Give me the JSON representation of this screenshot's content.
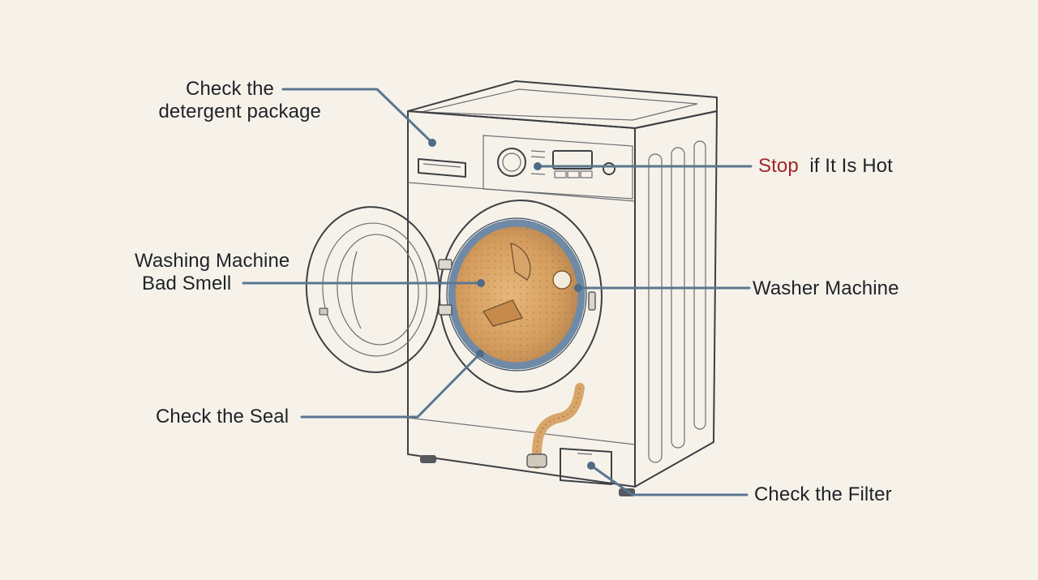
{
  "labels": {
    "detergent_line1": "Check the",
    "detergent_line2": "detergent package",
    "stop_word": "Stop",
    "stop_rest": "if It Is Hot",
    "smell_line1": "Washing Machine",
    "smell_line2": "Bad Smell",
    "washer": "Washer Machine",
    "seal": "Check the Seal",
    "filter": "Check the Filter"
  },
  "colors": {
    "background": "#f6f2ea",
    "leader": "#5b7690",
    "stop_red": "#a0262b",
    "gasket": "#6f8aa6",
    "drum_tint": "#d9a66a"
  }
}
